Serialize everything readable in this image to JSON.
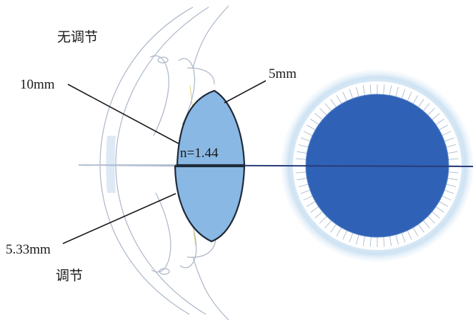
{
  "labels": {
    "unaccommodated": "无调节",
    "accommodated": "调节",
    "front_radius": "10mm",
    "back_radius": "5mm",
    "accommodated_front_radius": "5.33mm",
    "refractive_index": "n=1.44"
  },
  "colors": {
    "lens_fill": "#8ab8e4",
    "lens_stroke": "#1f2a3a",
    "pupil": "#2f62b6",
    "iris_halo": "#cfe3f3",
    "axis_line": "#283c7a",
    "eye_outline": "#aab6c6"
  }
}
